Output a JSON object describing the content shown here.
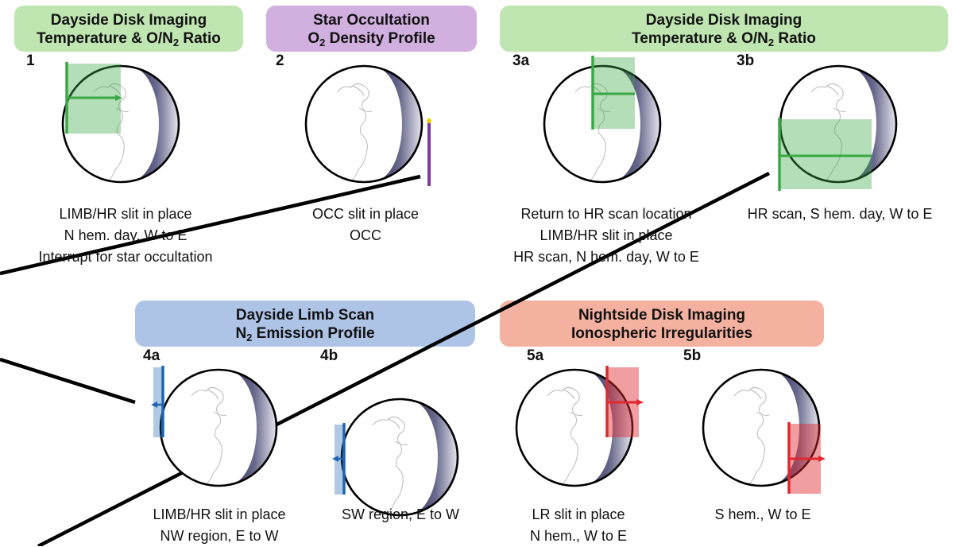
{
  "headers": {
    "dayside_disk_1": {
      "line1": "Dayside Disk Imaging",
      "line2_pre": "Temperature & O/N",
      "line2_sub": "2",
      "line2_post": " Ratio"
    },
    "star_occultation": {
      "line1": "Star Occultation",
      "line2_pre": "O",
      "line2_sub": "2",
      "line2_post": " Density Profile"
    },
    "dayside_disk_3": {
      "line1": "Dayside Disk Imaging",
      "line2_pre": "Temperature & O/N",
      "line2_sub": "2",
      "line2_post": " Ratio"
    },
    "dayside_limb": {
      "line1": "Dayside Limb Scan",
      "line2_pre": "N",
      "line2_sub": "2",
      "line2_post": " Emission Profile"
    },
    "nightside_disk": {
      "line1": "Nightside Disk Imaging",
      "line2": "Ionospheric Irregularities"
    }
  },
  "panels": {
    "p1": "1",
    "p2": "2",
    "p3a": "3a",
    "p3b": "3b",
    "p4a": "4a",
    "p4b": "4b",
    "p5a": "5a",
    "p5b": "5b"
  },
  "captions": {
    "c1": [
      "LIMB/HR slit in place",
      "N hem. day, W to E",
      "Interrupt for star occultation"
    ],
    "c2": [
      "OCC slit in place",
      "OCC"
    ],
    "c3a": [
      "Return to HR scan location",
      "LIMB/HR slit in place",
      "HR scan,  N hem. day,  W to E"
    ],
    "c3b": [
      "HR scan,  S hem. day,  W to E"
    ],
    "c4a": [
      "LIMB/HR slit in place",
      "NW region,  E to W"
    ],
    "c4b": [
      "SW region,  E to W"
    ],
    "c5a": [
      "LR slit in place",
      "N hem.,  W to E"
    ],
    "c5b": [
      "S hem.,  W to E"
    ]
  },
  "colors": {
    "dayside": "#bfe5b1",
    "occultation": "#d1afdf",
    "limb": "#aec4e7",
    "nightside": "#f4b19f",
    "green_scan": "#3aa844",
    "occ_slit": "#7c3ba0",
    "blue_slit": "#1f64b4",
    "red_slit": "#e0282e",
    "night_shade": "#45456e"
  }
}
